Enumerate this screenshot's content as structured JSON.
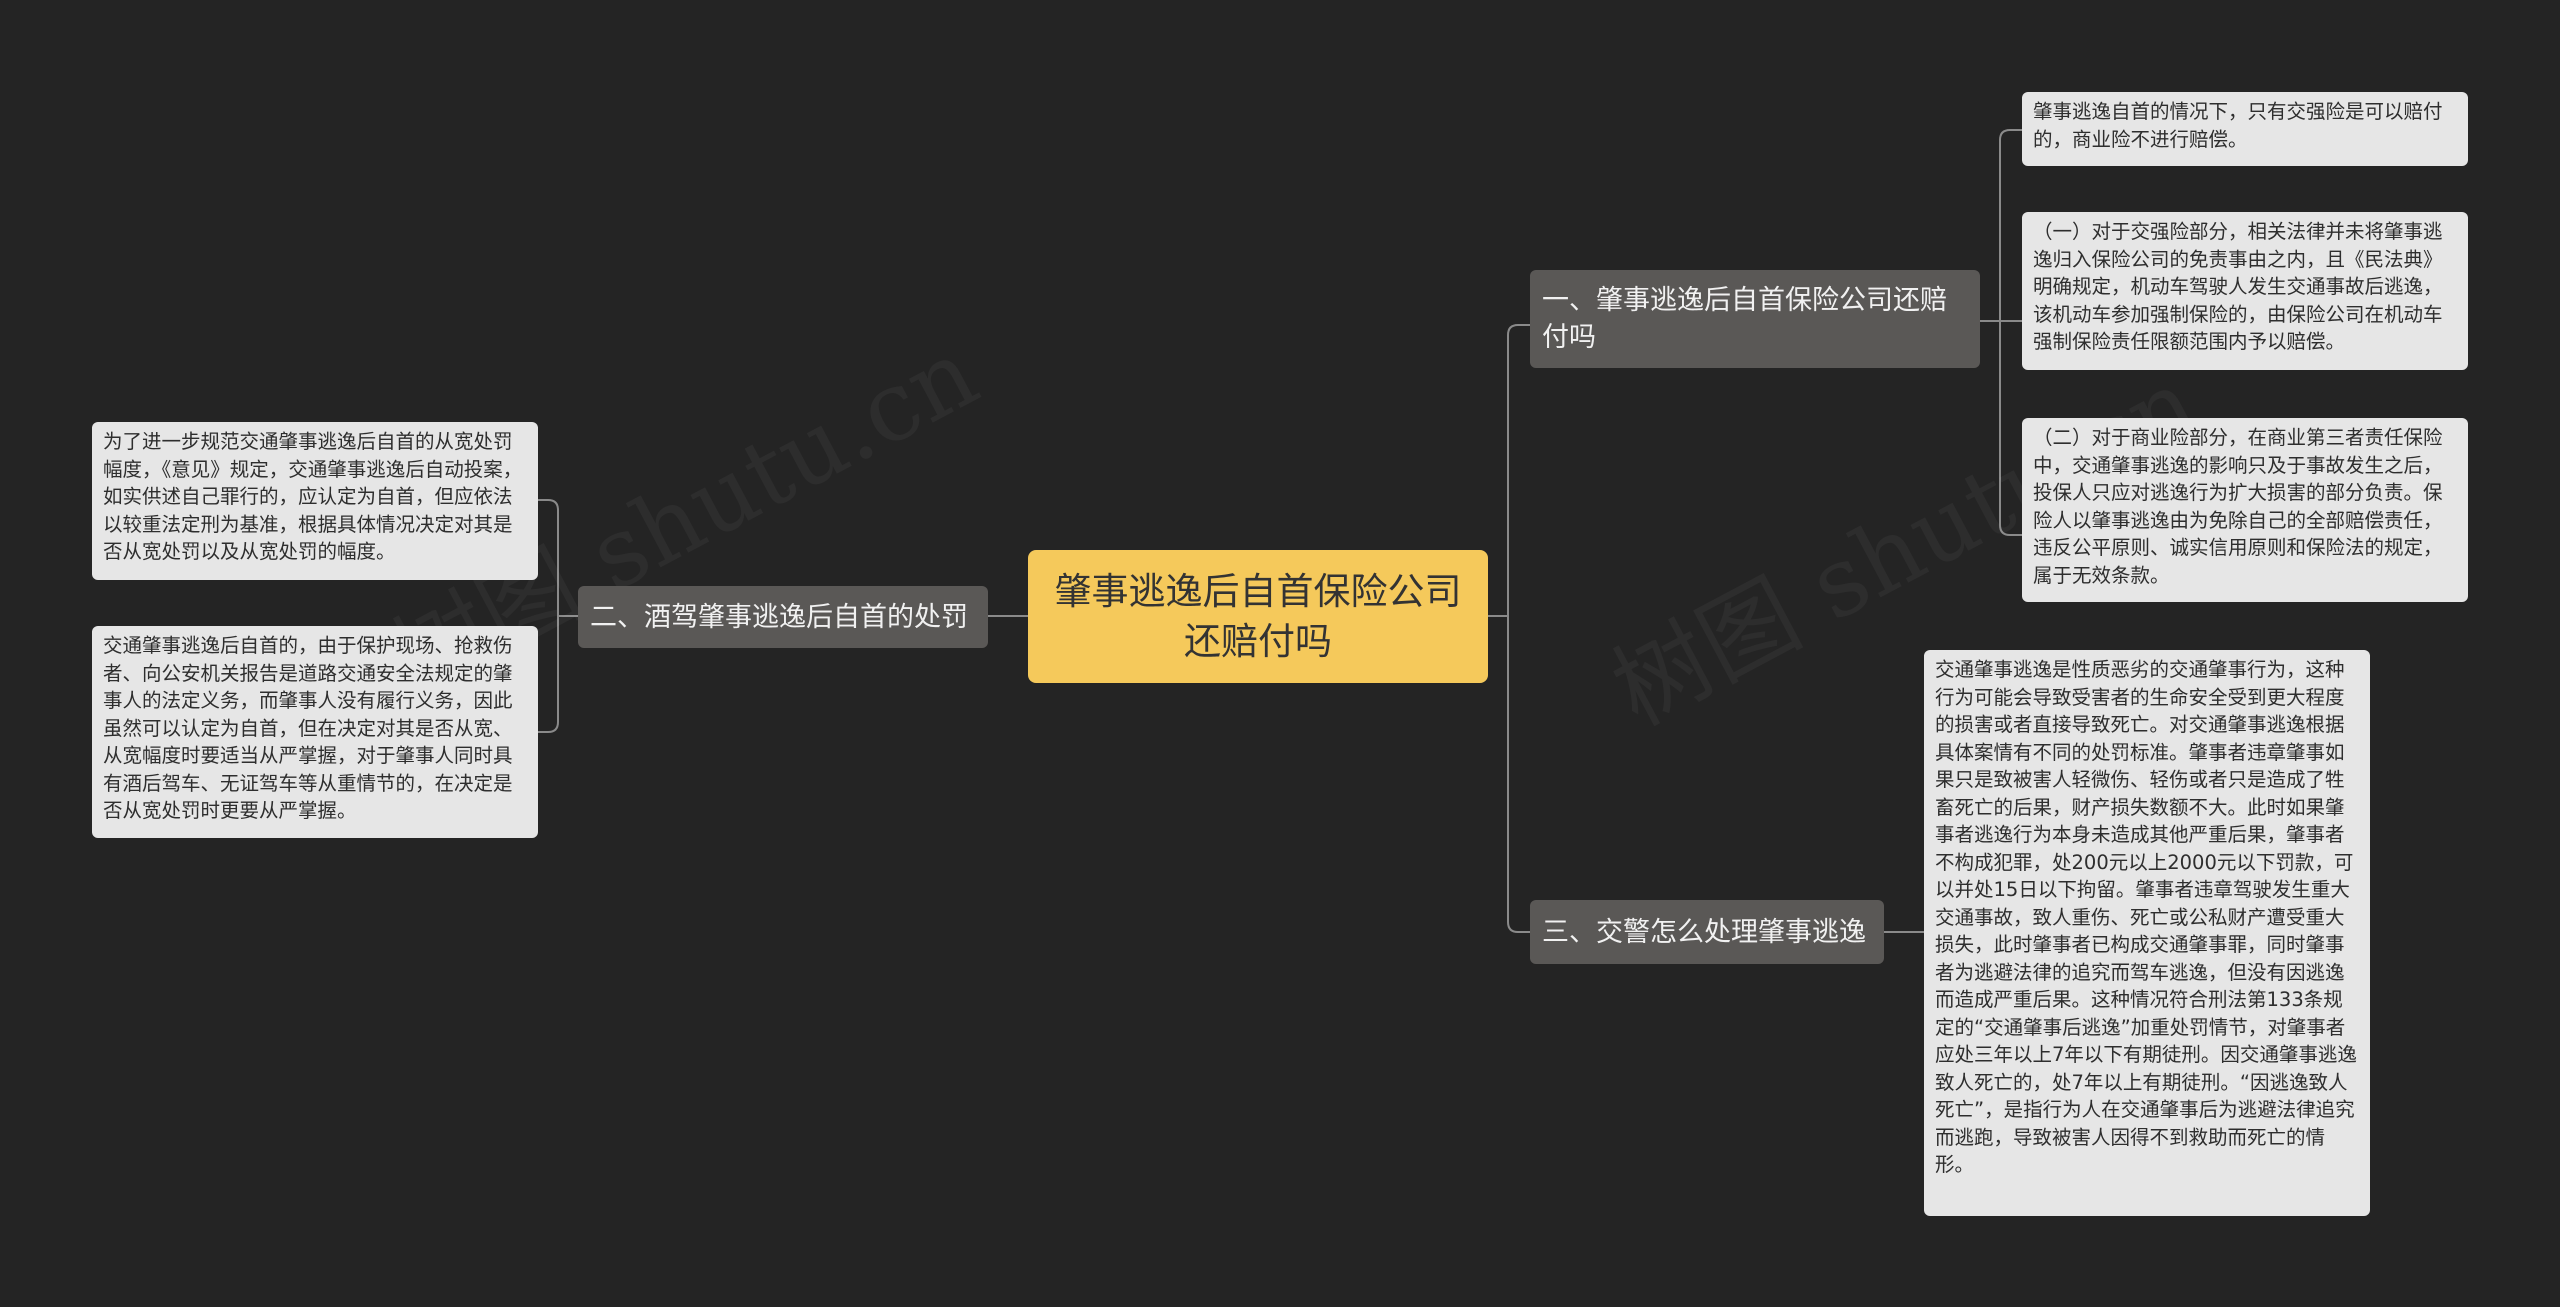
{
  "watermark": "树图 shutu.cn",
  "mindmap": {
    "root": {
      "title": "肇事逃逸后自首保险公司还赔付吗"
    },
    "branches": [
      {
        "label": "一、肇事逃逸后自首保险公司还赔付吗",
        "children": [
          "肇事逃逸自首的情况下，只有交强险是可以赔付的，商业险不进行赔偿。",
          "（一）对于交强险部分，相关法律并未将肇事逃逸归入保险公司的免责事由之内，且《民法典》明确规定，机动车驾驶人发生交通事故后逃逸，该机动车参加强制保险的，由保险公司在机动车强制保险责任限额范围内予以赔偿。",
          "（二）对于商业险部分，在商业第三者责任保险中，交通肇事逃逸的影响只及于事故发生之后，投保人只应对逃逸行为扩大损害的部分负责。保险人以肇事逃逸由为免除自己的全部赔偿责任，违反公平原则、诚实信用原则和保险法的规定，属于无效条款。"
        ]
      },
      {
        "label": "二、酒驾肇事逃逸后自首的处罚",
        "children": [
          "为了进一步规范交通肇事逃逸后自首的从宽处罚幅度，《意见》规定，交通肇事逃逸后自动投案，如实供述自己罪行的，应认定为自首，但应依法以较重法定刑为基准，根据具体情况决定对其是否从宽处罚以及从宽处罚的幅度。",
          "交通肇事逃逸后自首的，由于保护现场、抢救伤者、向公安机关报告是道路交通安全法规定的肇事人的法定义务，而肇事人没有履行义务，因此虽然可以认定为自首，但在决定对其是否从宽、从宽幅度时要适当从严掌握，对于肇事人同时具有酒后驾车、无证驾车等从重情节的，在决定是否从宽处罚时更要从严掌握。"
        ]
      },
      {
        "label": "三、交警怎么处理肇事逃逸",
        "children": [
          "交通肇事逃逸是性质恶劣的交通肇事行为，这种行为可能会导致受害者的生命安全受到更大程度的损害或者直接导致死亡。对交通肇事逃逸根据具体案情有不同的处罚标准。肇事者违章肇事如果只是致被害人轻微伤、轻伤或者只是造成了牲畜死亡的后果，财产损失数额不大。此时如果肇事者逃逸行为本身未造成其他严重后果，肇事者不构成犯罪，处200元以上2000元以下罚款，可以并处15日以下拘留。肇事者违章驾驶发生重大交通事故，致人重伤、死亡或公私财产遭受重大损失，此时肇事者已构成交通肇事罪，同时肇事者为逃避法律的追究而驾车逃逸，但没有因逃逸而造成严重后果。这种情况符合刑法第133条规定的“交通肇事后逃逸”加重处罚情节，对肇事者应处三年以上7年以下有期徒刑。因交通肇事逃逸致人死亡的，处7年以上有期徒刑。“因逃逸致人死亡”，是指行为人在交通肇事后为逃避法律追究而逃跑，导致被害人因得不到救助而死亡的情形。"
        ]
      }
    ]
  },
  "colors": {
    "background": "#242424",
    "root": "#f5c95b",
    "branch": "#5a5856",
    "leaf": "#e6e6e6",
    "connector": "#8a8a8a"
  }
}
